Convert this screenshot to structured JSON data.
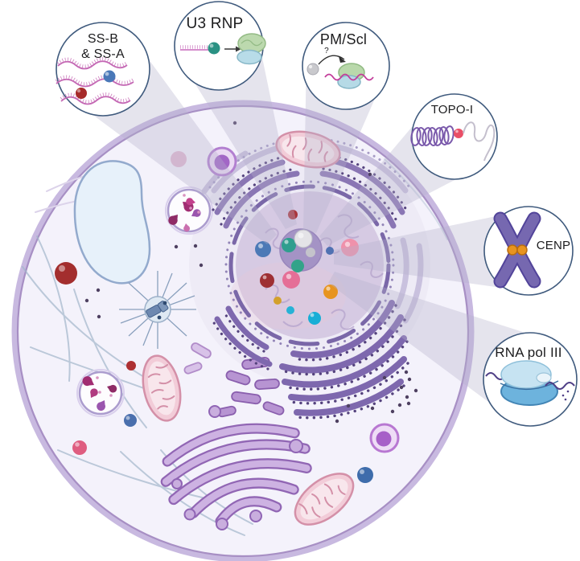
{
  "figure": {
    "type": "cell-autoantigen-diagram",
    "description_visible_text_only": true
  },
  "callouts": [
    {
      "name": "ss-b-ss-a",
      "label_line1": "SS-B",
      "label_line2": "& SS-A"
    },
    {
      "name": "u3-rnp",
      "label": "U3 RNP"
    },
    {
      "name": "pm-scl",
      "label": "PM/Scl",
      "uncertainty_mark": "?"
    },
    {
      "name": "topo-i",
      "label": "TOPO-I"
    },
    {
      "name": "cenp",
      "label": "CENP"
    },
    {
      "name": "rna-pol-iii",
      "label": "RNA pol III"
    }
  ],
  "palette": {
    "background": "#ffffff",
    "cell_membrane_band": "#c8b9e0",
    "cell_membrane_line": "#a78fc4",
    "cytoplasm": "#f4f2fb",
    "nucleus_fill": "#d6cae3",
    "nucleolus": "#a493c5",
    "nuclear_envelope": "#7a67a8",
    "rough_er": "#7e68ae",
    "ribosome_stud": "#55437e",
    "golgi_fill": "#cdb2e2",
    "golgi_stroke": "#9166b4",
    "mitochondrion_fill": "#f2ccd8",
    "mitochondrion_stroke": "#d490a8",
    "vacuole_fill": "#e7f1fa",
    "vacuole_stroke": "#93aacd",
    "microtubule": "#a3b7cb",
    "beam": "#b5b2cc",
    "callout_border": "#3f5a7d",
    "callout_fill": "#ffffff",
    "label_text": "#1c1c1e",
    "chromosome": "#7668b0",
    "centromere": "#e89420",
    "rna_pol_blue": "#6db3dd",
    "rna_strand_pink": "#c468b4"
  }
}
